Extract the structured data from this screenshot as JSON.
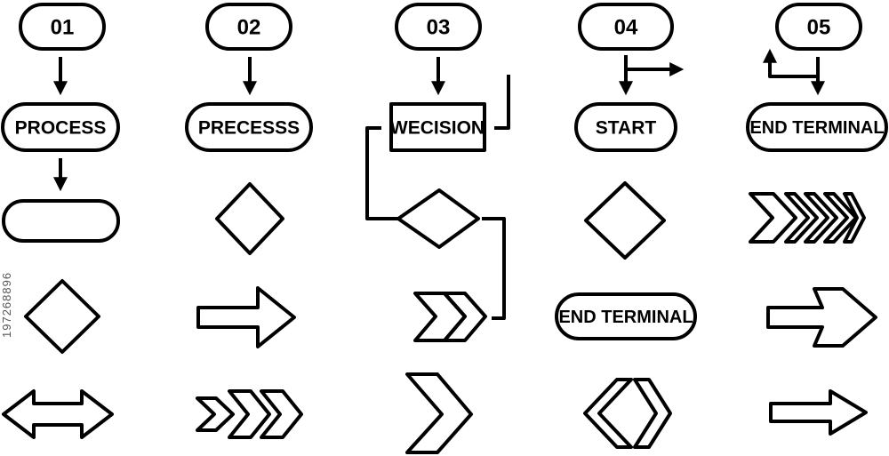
{
  "columns": [
    {
      "number": "01",
      "terminal_label": "PROCESS"
    },
    {
      "number": "02",
      "terminal_label": "PRECESSS"
    },
    {
      "number": "03",
      "terminal_label": "WECISION"
    },
    {
      "number": "04",
      "terminal_label": "START"
    },
    {
      "number": "05",
      "terminal_label": "END TERMINAL"
    }
  ],
  "extra_labels": {
    "col4_end_terminal": "END TERMINAL"
  },
  "stock_id": "197268896",
  "colors": {
    "stroke": "#000000",
    "background": "#ffffff"
  }
}
